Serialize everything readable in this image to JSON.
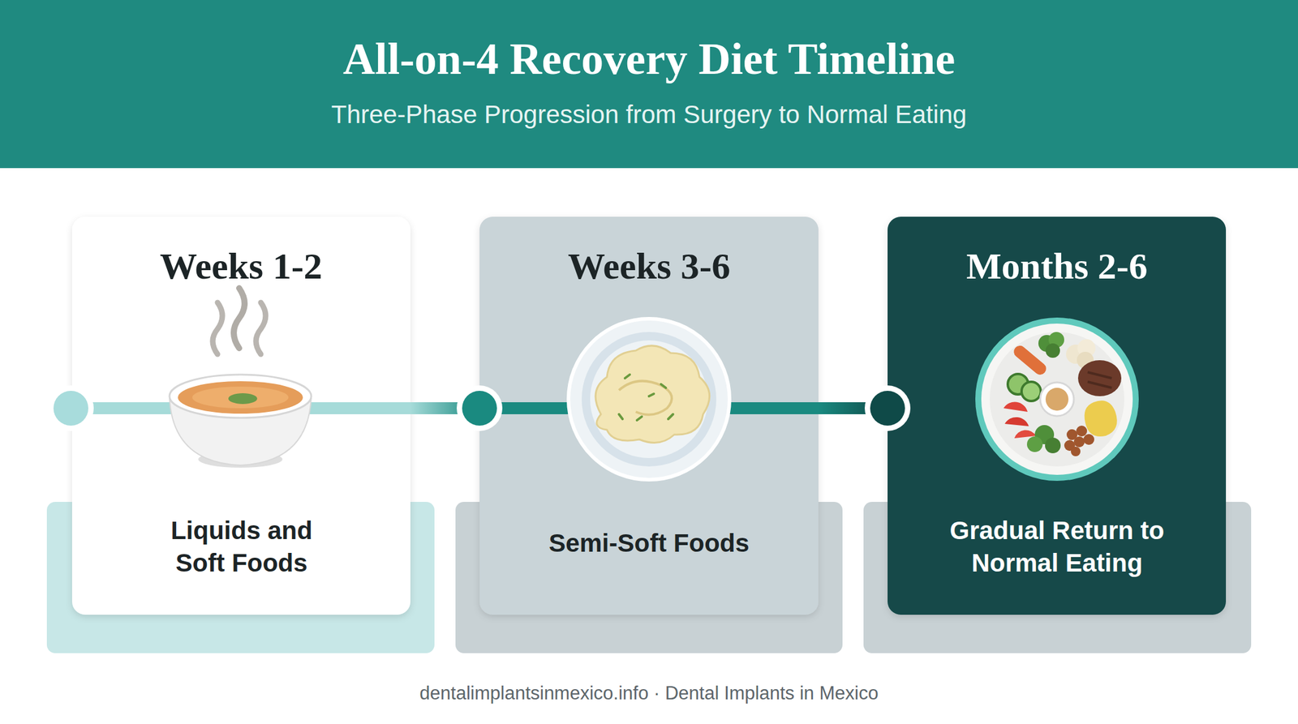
{
  "diagram": {
    "title": "All-on-4 Recovery Diet Timeline",
    "nodes": [
      {
        "text": [
          "Weeks 1-2",
          "Liquids and Soft Foods"
        ]
      },
      {
        "text": [
          "Weeks 3-6",
          "Semi-Soft Foods"
        ]
      },
      {
        "text": [
          "Months 2-6",
          "Gradual Return to Normal Eating"
        ]
      }
    ],
    "edges": [
      {
        "from": 0,
        "to": 1,
        "arrow": "none"
      },
      {
        "from": 1,
        "to": 2,
        "arrow": "none"
      }
    ],
    "labels": [
      "Three-Phase Progression from Surgery to Normal Eating",
      "dentalimplantsinmexico.info · Dental Implants in Mexico"
    ]
  }
}
